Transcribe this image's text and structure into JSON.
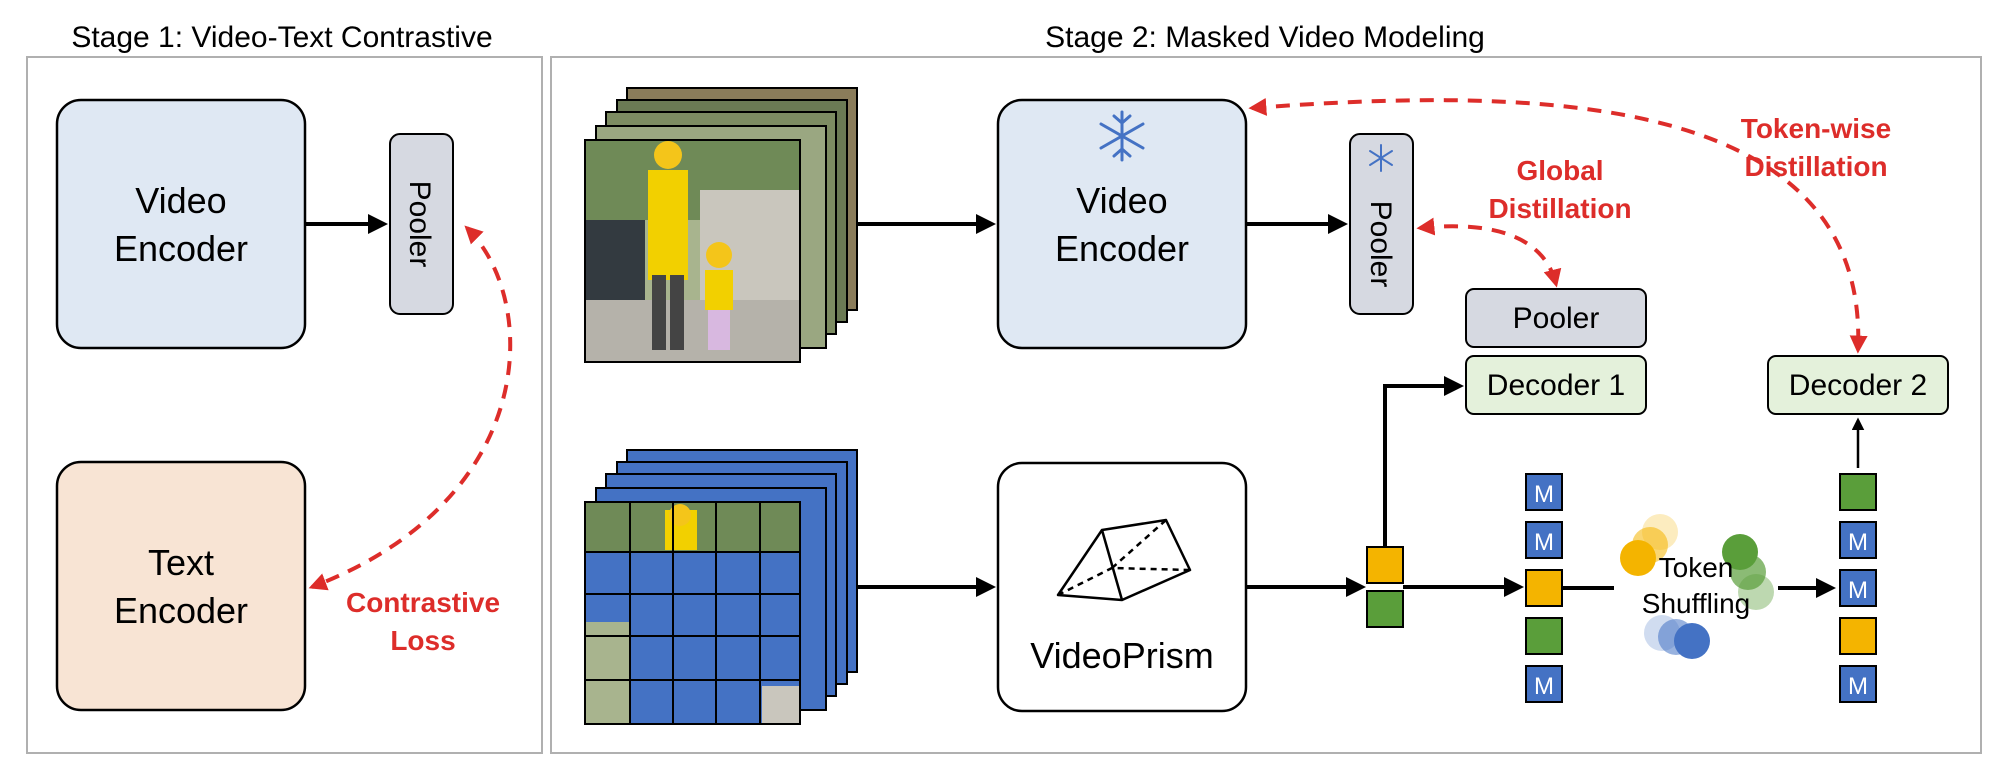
{
  "stage1": {
    "title": "Stage 1: Video-Text Contrastive",
    "video_encoder": [
      "Video",
      "Encoder"
    ],
    "pooler": "Pooler",
    "text_encoder": [
      "Text",
      "Encoder"
    ],
    "loss_label": [
      "Contrastive",
      "Loss"
    ]
  },
  "stage2": {
    "title": "Stage 2: Masked Video Modeling",
    "teacher_encoder": [
      "Video",
      "Encoder"
    ],
    "teacher_pooler": "Pooler",
    "student_pooler": "Pooler",
    "decoder1": "Decoder 1",
    "decoder2": "Decoder 2",
    "student_model": "VideoPrism",
    "global_distillation": [
      "Global",
      "Distillation"
    ],
    "tokenwise_distillation": [
      "Token-wise",
      "Distillation"
    ],
    "token_shuffling": [
      "Token",
      "Shuffling"
    ],
    "mask_token": "M"
  },
  "colors": {
    "accent_red": "#dd2d2a",
    "encoder_blue": "#dfe8f3",
    "text_encoder_peach": "#f8e4d4",
    "pooler_gray": "#d6d9e1",
    "decoder_green": "#e4f1db",
    "mask_blue": "#4472c4",
    "token_yellow": "#f4b400",
    "token_green": "#5a9e3a"
  }
}
